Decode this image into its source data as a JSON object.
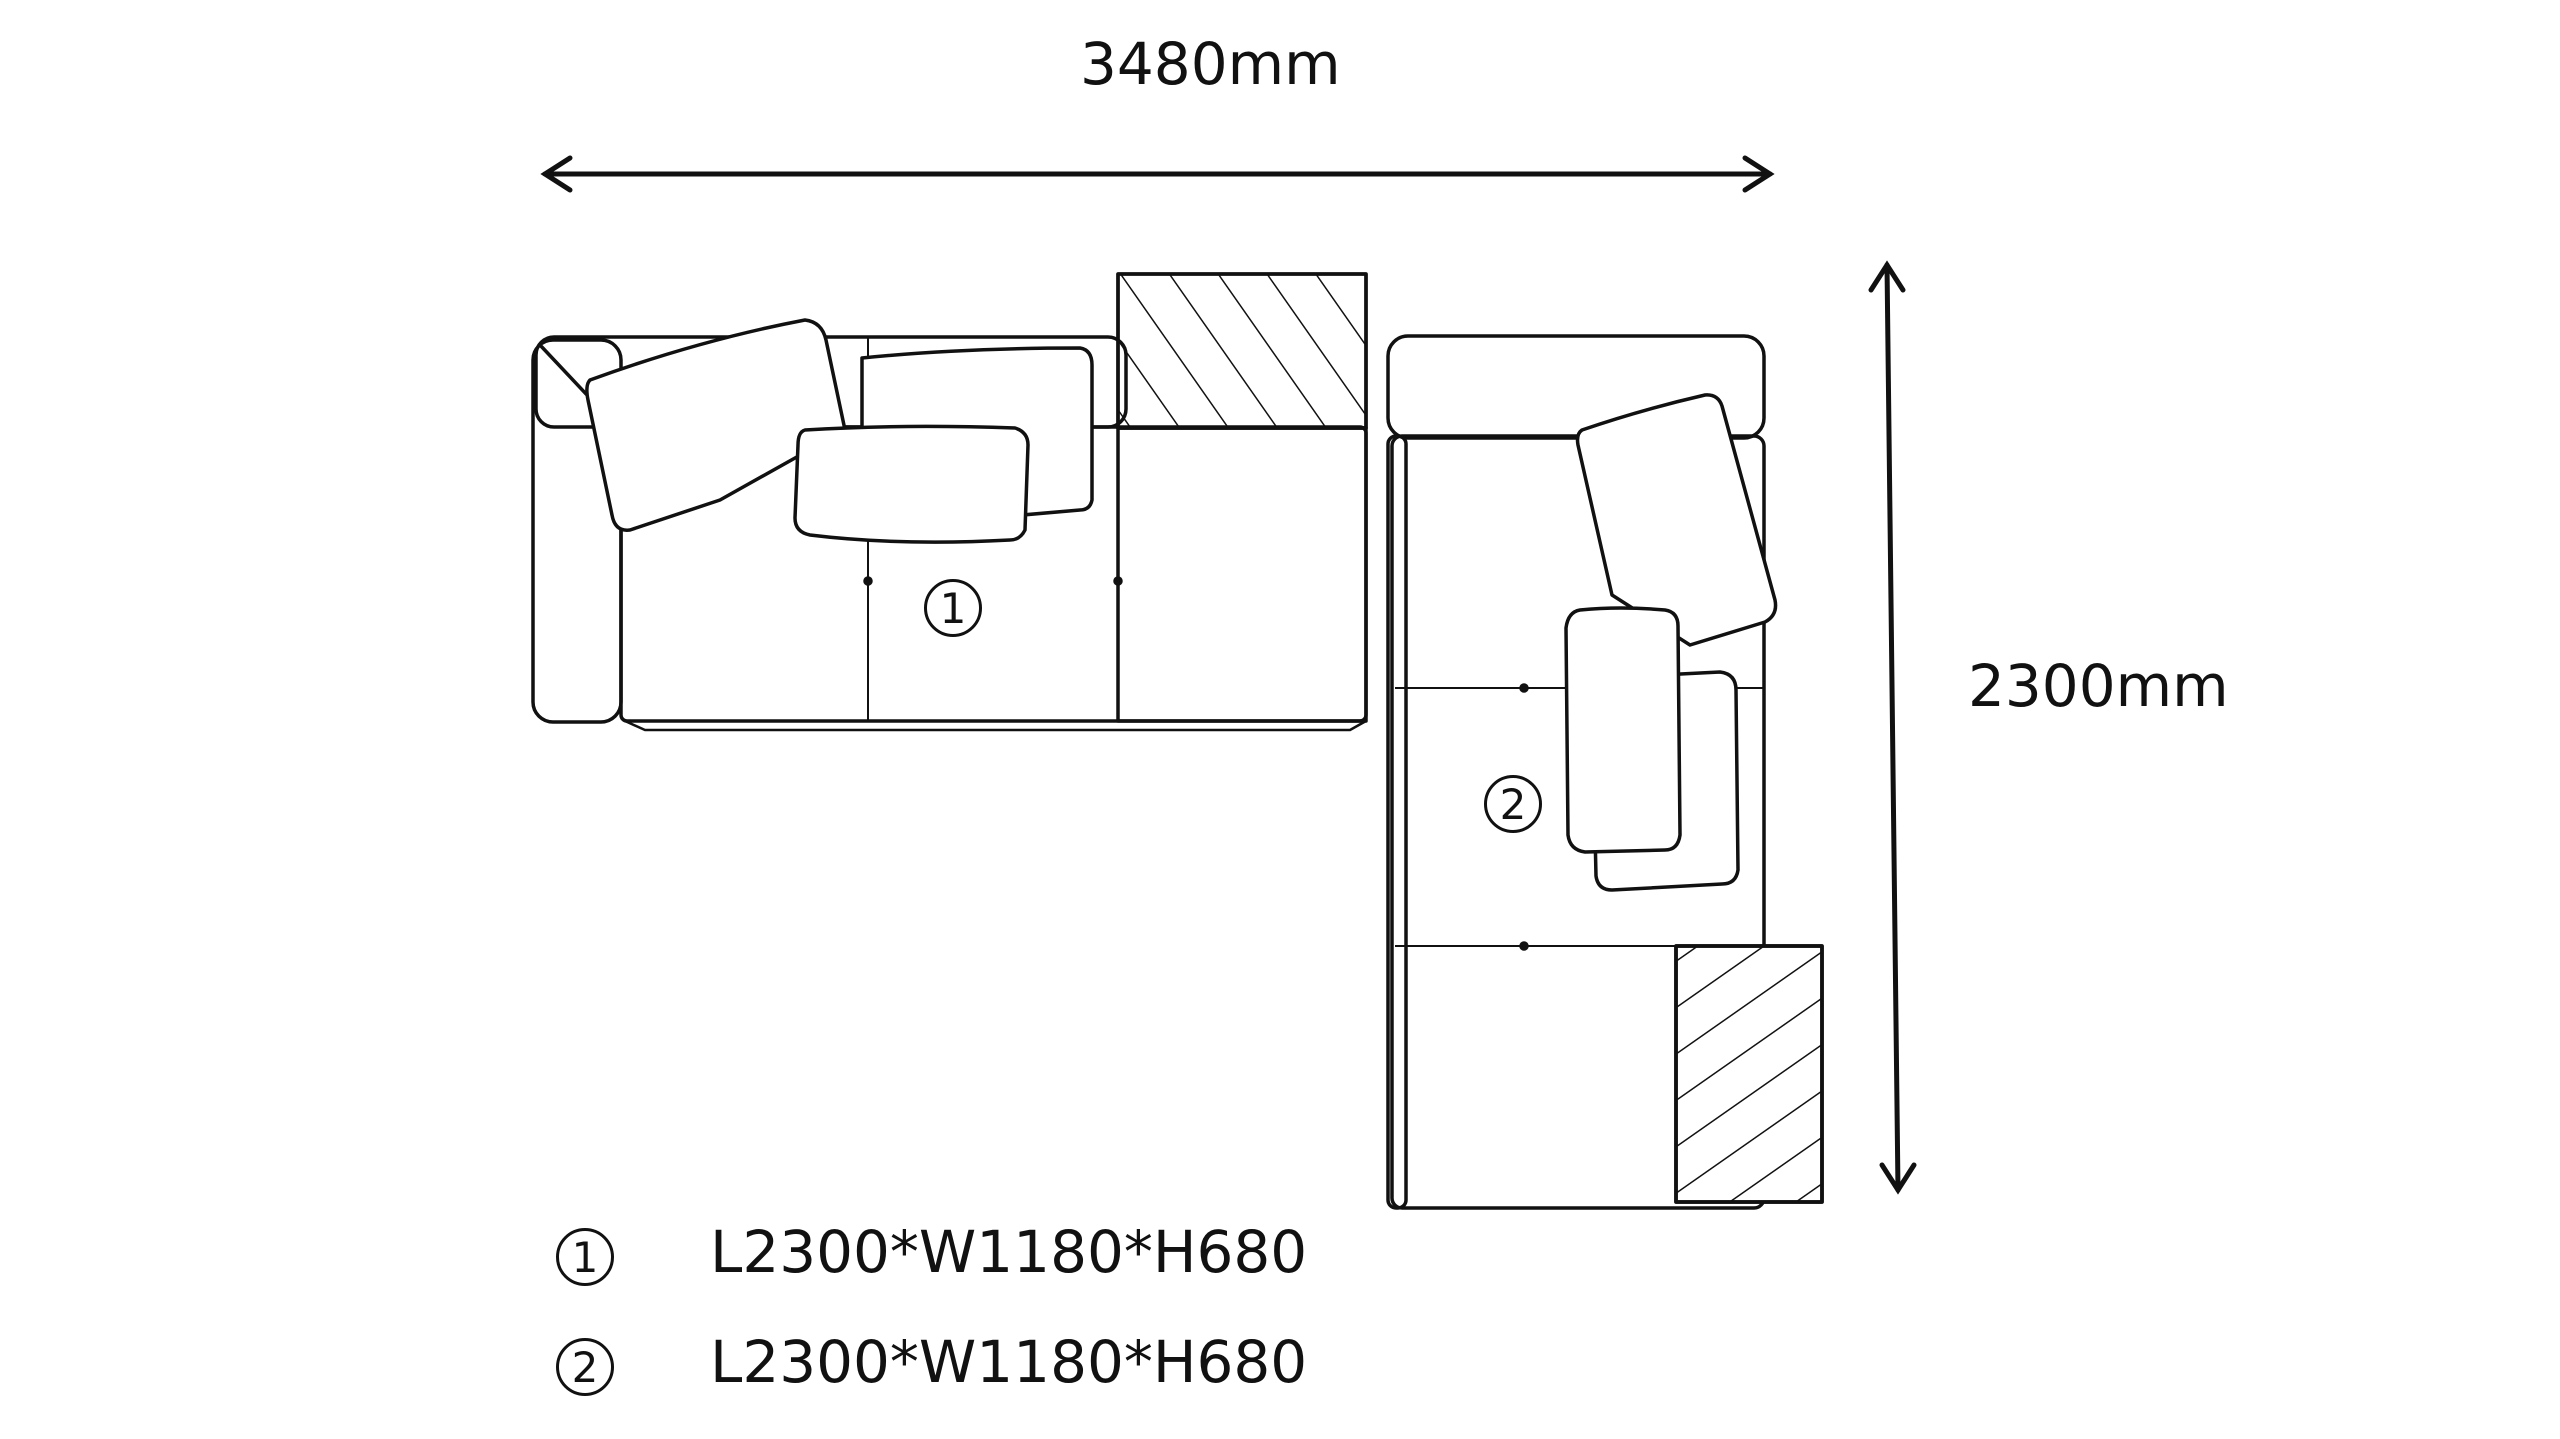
{
  "dimensions": {
    "overall_width": "3480mm",
    "overall_depth": "2300mm"
  },
  "modules": [
    {
      "marker": "1",
      "spec": "L2300*W1180*H680"
    },
    {
      "marker": "2",
      "spec": "L2300*W1180*H680"
    }
  ],
  "colors": {
    "line": "#111111",
    "background": "#ffffff"
  }
}
